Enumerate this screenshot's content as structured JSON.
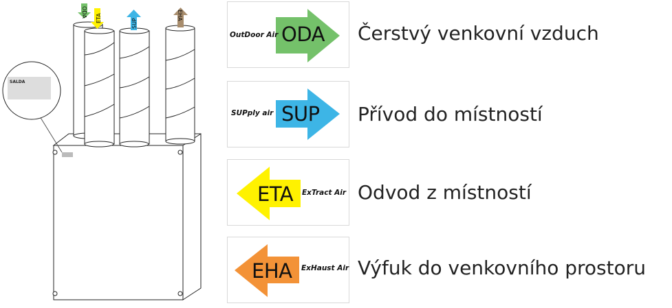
{
  "unit": {
    "brand": "SALDA",
    "pipe_labels": [
      "ODA",
      "ETA",
      "SUP",
      "EHA"
    ]
  },
  "legend": [
    {
      "abbr": "ODA",
      "full": "OutDoor Air",
      "description": "Čerstvý venkovní vzduch",
      "color": "#74c16a",
      "direction": "right"
    },
    {
      "abbr": "SUP",
      "full": "SUPply air",
      "description": "Přívod do místností",
      "color": "#3db5e6",
      "direction": "right"
    },
    {
      "abbr": "ETA",
      "full": "ExTract Air",
      "description": "Odvod z místností",
      "color": "#fff200",
      "direction": "left"
    },
    {
      "abbr": "EHA",
      "full": "ExHaust Air",
      "description": "Výfuk do venkovního prostoru",
      "color": "#f39237",
      "direction": "left"
    }
  ]
}
